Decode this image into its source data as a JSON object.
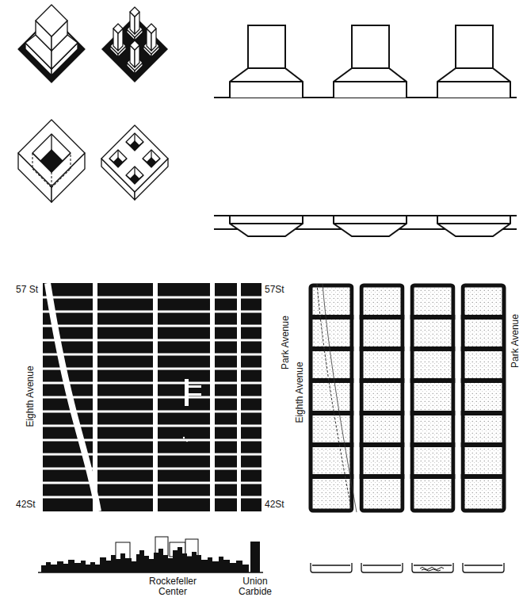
{
  "diagram": {
    "labels": [
      "57 St",
      "Eighth Avenue",
      "42St",
      "57St",
      "Park Avenue",
      "Eighth Avenue",
      "42St",
      "Park Avenue",
      "Rockefeller Center",
      "Union Carbide"
    ]
  }
}
